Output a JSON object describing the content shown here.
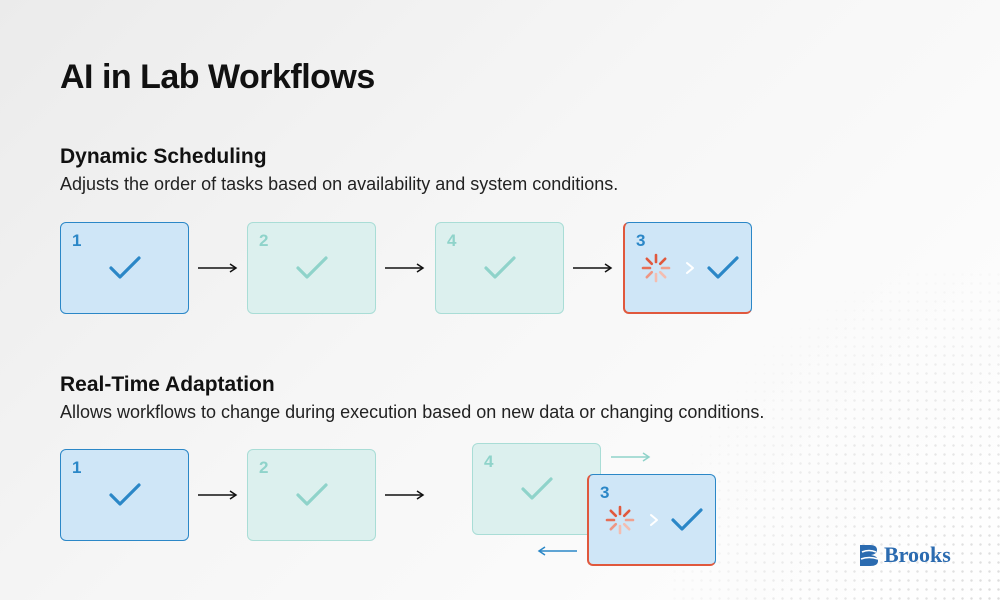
{
  "title": "AI in Lab Workflows",
  "sections": [
    {
      "heading": "Dynamic Scheduling",
      "description": "Adjusts the order of tasks based on availability and system conditions.",
      "steps": [
        "1",
        "2",
        "4",
        "3"
      ]
    },
    {
      "heading": "Real-Time Adaptation",
      "description": "Allows workflows to change during execution based on new data or changing conditions.",
      "steps": [
        "1",
        "2",
        "4",
        "3"
      ]
    }
  ],
  "logo": {
    "text": "Brooks"
  },
  "colors": {
    "blue": "#2b87c7",
    "teal": "#8fd3ca",
    "in_progress": "#e0583d",
    "brand": "#2b6bb0"
  },
  "icons": [
    "check-icon",
    "spinner-icon",
    "chevron-right-icon",
    "arrow-right-icon",
    "arrow-left-icon",
    "brooks-logo-icon"
  ]
}
